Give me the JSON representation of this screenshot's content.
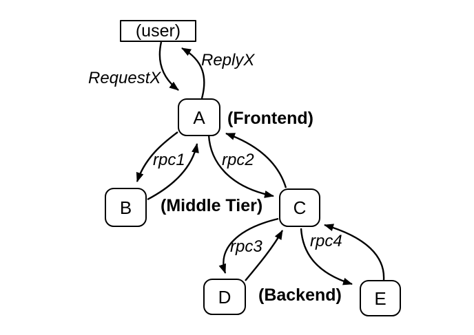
{
  "diagram": {
    "background_color": "#ffffff",
    "line_color": "#000000",
    "text_color": "#000000",
    "nodes": [
      {
        "id": "user",
        "label": "(user)",
        "shape": "rectangle"
      },
      {
        "id": "A",
        "label": "A",
        "shape": "rounded-rectangle"
      },
      {
        "id": "B",
        "label": "B",
        "shape": "rounded-rectangle"
      },
      {
        "id": "C",
        "label": "C",
        "shape": "rounded-rectangle"
      },
      {
        "id": "D",
        "label": "D",
        "shape": "rounded-rectangle"
      },
      {
        "id": "E",
        "label": "E",
        "shape": "rounded-rectangle"
      }
    ],
    "tier_annotations": [
      {
        "label": "(Frontend)",
        "applies_to": [
          "A"
        ]
      },
      {
        "label": "(Middle Tier)",
        "applies_to": [
          "B",
          "C"
        ]
      },
      {
        "label": "(Backend)",
        "applies_to": [
          "D",
          "E"
        ]
      }
    ],
    "edges": [
      {
        "from": "user",
        "to": "A",
        "label": "RequestX"
      },
      {
        "from": "A",
        "to": "user",
        "label": "ReplyX"
      },
      {
        "from": "A",
        "to": "B",
        "label": "rpc1"
      },
      {
        "from": "B",
        "to": "A"
      },
      {
        "from": "A",
        "to": "C",
        "label": "rpc2"
      },
      {
        "from": "C",
        "to": "A"
      },
      {
        "from": "C",
        "to": "D",
        "label": "rpc3"
      },
      {
        "from": "D",
        "to": "C"
      },
      {
        "from": "C",
        "to": "E",
        "label": "rpc4"
      },
      {
        "from": "E",
        "to": "C"
      }
    ]
  }
}
